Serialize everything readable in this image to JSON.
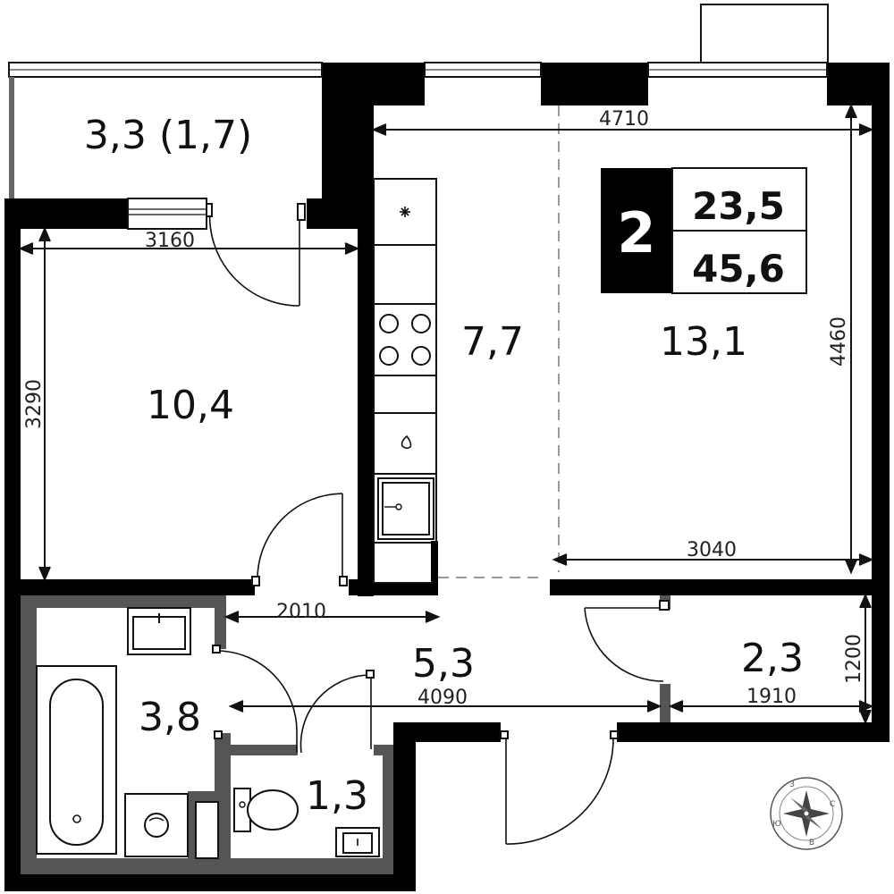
{
  "badge": {
    "rooms": "2",
    "living_area": "23,5",
    "total_area": "45,6"
  },
  "rooms": {
    "balcony": "3,3 (1,7)",
    "bedroom": "10,4",
    "kitchen": "7,7",
    "living": "13,1",
    "hall": "5,3",
    "bathroom": "3,8",
    "wc": "1,3",
    "storage": "2,3"
  },
  "dimensions": {
    "living_width": "4710",
    "living_height": "4460",
    "living_lower_width": "3040",
    "bedroom_width": "3160",
    "bedroom_height": "3290",
    "hall_upper": "2010",
    "hall_width": "4090",
    "storage_width": "1910",
    "storage_height": "1200"
  },
  "compass": {
    "north": "З",
    "east": "С",
    "south": "В",
    "west": "Ю"
  },
  "colors": {
    "wall": "#000000",
    "interior_wall": "#555555",
    "badge_fill": "#000000"
  }
}
